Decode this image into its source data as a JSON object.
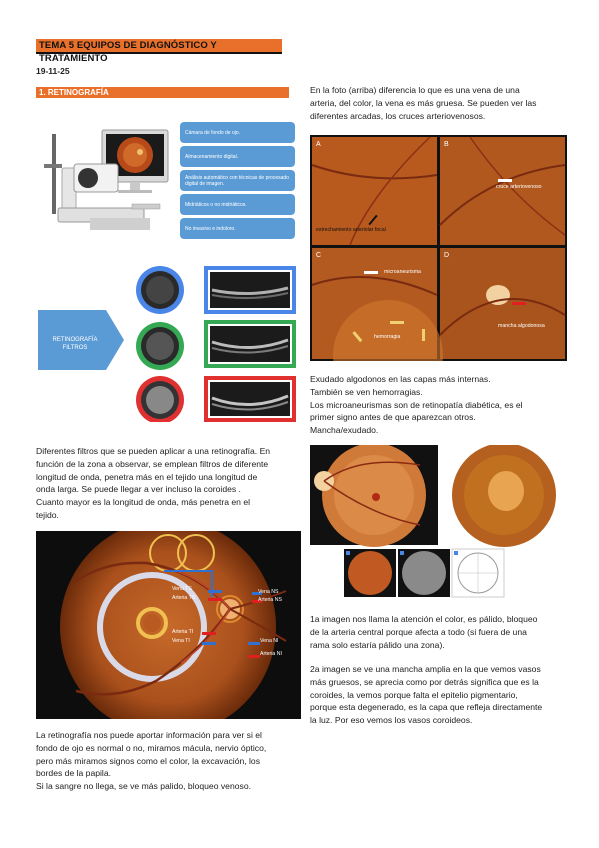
{
  "header": {
    "title": "TEMA 5 EQUIPOS DE DIAGNÓSTICO Y TRATAMIENTO",
    "date": "19-11-25",
    "section": "1. RETINOGRAFÍA"
  },
  "device_boxes": [
    "Cámara de fondo de ojo.",
    "Almacenamiento digital.",
    "Análisis automático con técnicas de procesado digital de imagen.",
    "Midriáticos o no midriáticos.",
    "No invasivo e indoloro."
  ],
  "filters": {
    "arrow_label": "RETINOGRAFÍA FILTROS",
    "colors": [
      "#4a86e8",
      "#34a853",
      "#e03030"
    ]
  },
  "left_paragraphs": {
    "filters_text": [
      "Diferentes filtros que se pueden aplicar a una retinografía. En",
      "función de la zona a observar, se emplean filtros de diferente",
      "longitud de onda, penetra más en el tejido una longitud de",
      "onda larga. Se puede llegar a ver incluso la coroides .",
      "Cuanto mayor es la longitud de onda, más penetra en el",
      "tejido."
    ],
    "bottom_text": [
      "La retinografía nos puede aportar información para ver si el",
      "fondo de ojo es normal o no, miramos mácula, nervio óptico,",
      "pero más miramos signos como el color, la excavación, los",
      "bordes de la papila.",
      "Si la sangre no llega, se ve más palido, bloqueo venoso."
    ]
  },
  "fundus_labels": {
    "vena_ts": "Vena TS",
    "arteria_ts": "Arteria TS",
    "vena_ns": "Vena NS",
    "arteria_ns": "Arteria NS",
    "arteria_ti": "Arteria TI",
    "vena_ti": "Vena TI",
    "vena_ni": "Vena NI",
    "arteria_ni": "Arteria NI"
  },
  "right_column": {
    "intro": [
      "En la foto (arriba) diferencia lo que es una vena de una",
      "arteria, del color, la vena es más gruesa. Se pueden ver las",
      "diferentes arcadas, los cruces arteriovenosos."
    ],
    "panel_letters": [
      "A",
      "B",
      "C",
      "D"
    ],
    "panel_labels": {
      "a": "estrechamiento arteriolar focal",
      "b": "cruce arteriovenoso",
      "c1": "microaneurisma",
      "c2": "hemorragia",
      "d": "mancha algodonosa"
    },
    "exudado_text": [
      "Exudado algodonos en las capas más internas.",
      "También se ven hemorragias.",
      "Los microaneurismas son de retinopatía diabética, es el",
      "primer signo antes de que aparezcan otros.",
      "Mancha/exudado."
    ],
    "text_1a": [
      "1a imagen nos llama la atención el color, es pálido, bloqueo",
      "de la arteria central porque afecta a todo (si fuera de una",
      "rama solo estaría pálido una zona)."
    ],
    "text_2a": [
      "2a imagen se ve una mancha amplia en la que vemos vasos",
      "más gruesos, se aprecia como por detrás significa que es la",
      "coroides, la vemos porque falta el epitelio pigmentario,",
      "porque esta degenerado, es la capa que refleja directamente",
      "la luz. Por eso vemos los vasos coroideos."
    ]
  }
}
